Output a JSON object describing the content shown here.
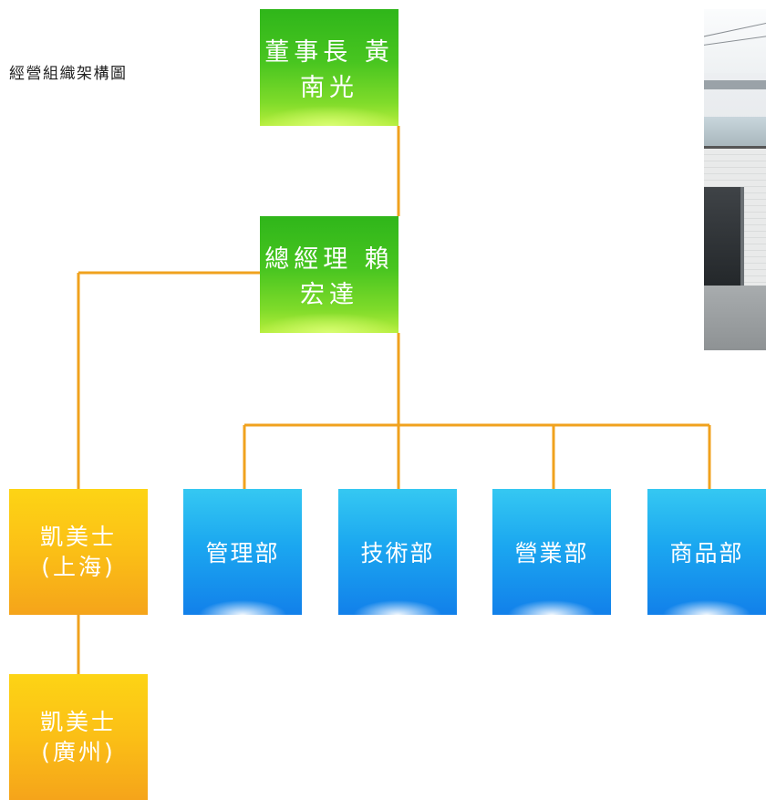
{
  "heading": "經營組織架構圖",
  "chairman": {
    "label": "董事長 黃南光"
  },
  "general_manager": {
    "label": "總經理 賴宏達"
  },
  "departments": [
    {
      "label": "管理部"
    },
    {
      "label": "技術部"
    },
    {
      "label": "營業部"
    },
    {
      "label": "商品部"
    }
  ],
  "subsidiaries": [
    {
      "line1": "凱美士",
      "line2": "(上海)"
    },
    {
      "line1": "凱美士",
      "line2": "(廣州)"
    }
  ],
  "colors": {
    "connector": "#f0a21e",
    "green": "#48c520",
    "blue": "#1ba7f0",
    "yellow": "#fbbf16"
  },
  "photo": {
    "icon": "company-building-photo"
  }
}
